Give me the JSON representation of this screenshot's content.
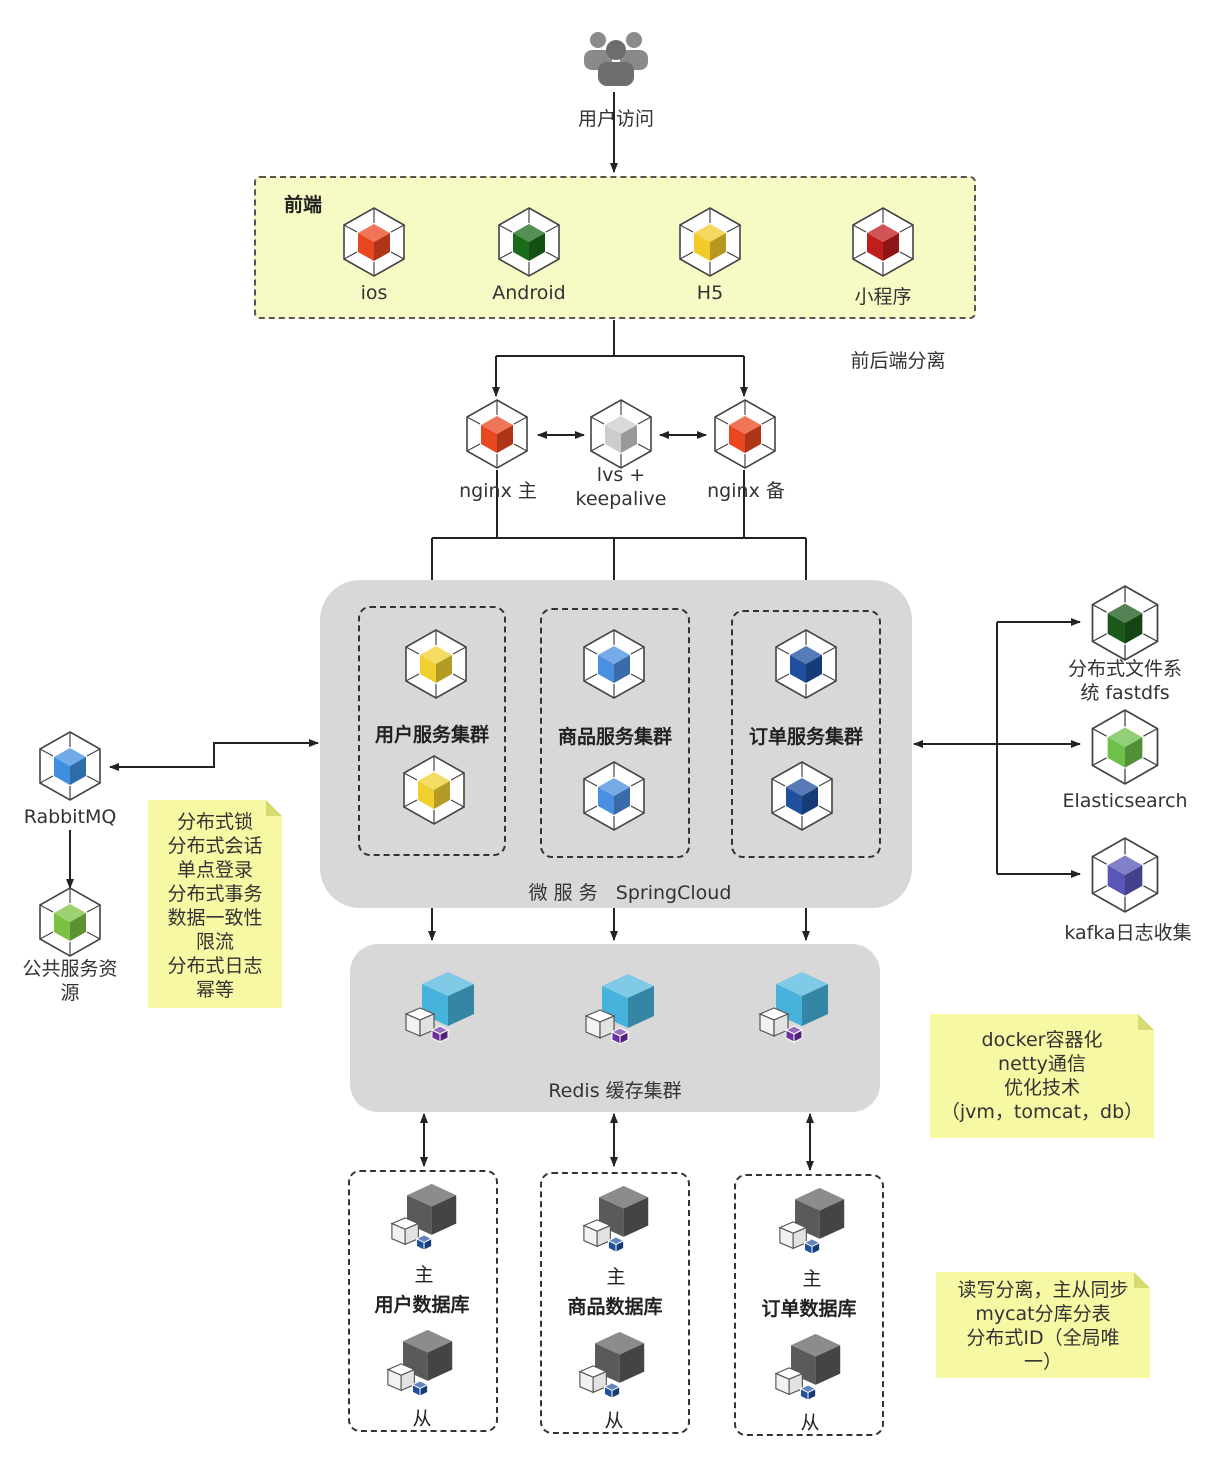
{
  "user": {
    "label": "用户访问"
  },
  "frontend": {
    "title": "前端",
    "items": [
      {
        "label": "ios",
        "color": "#e8471f"
      },
      {
        "label": "Android",
        "color": "#1b6b1b"
      },
      {
        "label": "H5",
        "color": "#f2cb2a"
      },
      {
        "label": "小程序",
        "color": "#c01d1d"
      }
    ],
    "note": "前后端分离"
  },
  "lb": {
    "nginx_main": "nginx 主",
    "lvs_line1": "lvs +",
    "lvs_line2": "keepalive",
    "nginx_backup": "nginx 备"
  },
  "microservice": {
    "label": "微 服 务   SpringCloud",
    "clusters": [
      {
        "label": "用户服务集群",
        "color": "#f0cf2e"
      },
      {
        "label": "商品服务集群",
        "color": "#4a8fe0"
      },
      {
        "label": "订单服务集群",
        "color": "#1f4f9e"
      }
    ]
  },
  "right_services": {
    "fastdfs_line1": "分布式文件系",
    "fastdfs_line2": "统 fastdfs",
    "elasticsearch": "Elasticsearch",
    "kafka": "kafka日志收集"
  },
  "left_services": {
    "rabbitmq": "RabbitMQ",
    "public_line1": "公共服务资",
    "public_line2": "源"
  },
  "notes": {
    "public": [
      "分布式锁",
      "分布式会话",
      "单点登录",
      "分布式事务",
      "数据一致性",
      "限流",
      "分布式日志",
      "幂等"
    ],
    "tech": [
      "docker容器化",
      "netty通信",
      "优化技术",
      "（jvm，tomcat，db）"
    ],
    "db": [
      "读写分离，主从同步",
      "mycat分库分表",
      "分布式ID（全局唯",
      "一）"
    ]
  },
  "redis": {
    "label": "Redis 缓存集群"
  },
  "databases": [
    {
      "label": "用户数据库",
      "master": "主",
      "slave": "从"
    },
    {
      "label": "商品数据库",
      "master": "主",
      "slave": "从"
    },
    {
      "label": "订单数据库",
      "master": "主",
      "slave": "从"
    }
  ],
  "colors": {
    "fastdfs": "#1c5a1c",
    "elasticsearch": "#6dc04a",
    "kafka": "#5a55b8",
    "rabbitmq": "#3f8fe0",
    "public": "#7cc242",
    "lvs": "#cccccc",
    "nginx": "#e8471f",
    "redis": "#47b3dc",
    "db": "#5a5a5a"
  }
}
